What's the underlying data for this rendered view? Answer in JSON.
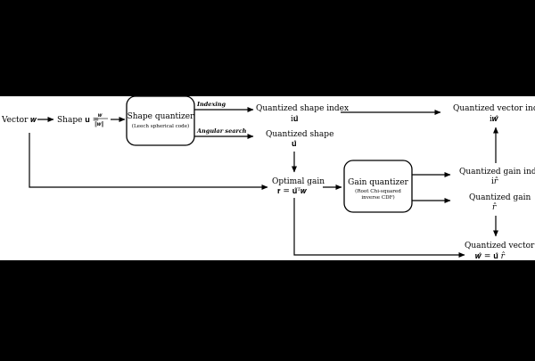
{
  "colors": {
    "background": "#000000",
    "panel": "#ffffff",
    "ink": "#000000"
  },
  "nodes": {
    "vector_w": "Vector 𝒘",
    "shape_prefix": "Shape 𝐮 =",
    "shape_num": "𝒘",
    "shape_den": "‖𝒘‖",
    "shape_quantizer_title": "Shape quantizer",
    "shape_quantizer_sub": "(Leech spherical code)",
    "indexing": "Indexing",
    "angular_search": "Angular search",
    "q_shape_index": "Quantized shape index",
    "q_shape_index_sym": "i𝐮̂",
    "q_shape": "Quantized shape",
    "q_shape_sym": "𝐮̂",
    "optimal_gain": "Optimal gain",
    "optimal_gain_formula": "𝐫 = 𝐮̂ᵀ𝒘",
    "gain_quantizer_title": "Gain quantizer",
    "gain_quantizer_sub1": "(Root Chi-squared",
    "gain_quantizer_sub2": "inverse CDF)",
    "q_vector_index": "Quantized vector index",
    "q_vector_index_sym": "i𝒘̂",
    "q_gain_index": "Quantized gain index",
    "q_gain_index_sym": "i𝑟̂",
    "q_gain": "Quantized gain",
    "q_gain_sym": "𝑟̂",
    "q_vector": "Quantized vector",
    "q_vector_formula": "𝒘̂ = 𝐮̂ 𝑟̂"
  }
}
